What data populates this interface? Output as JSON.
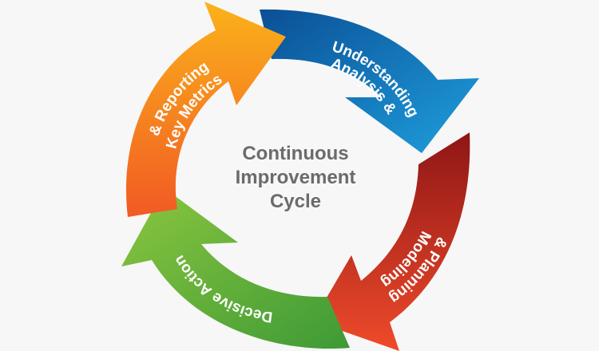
{
  "center_title": {
    "line1": "Continuous",
    "line2": "Improvement",
    "line3": "Cycle"
  },
  "segments": [
    {
      "id": "blue",
      "line1": "Analysis &",
      "line2": "Understanding",
      "color_light": "#1e9fdc",
      "color_dark": "#0b4f96"
    },
    {
      "id": "red",
      "line1": "Modeling",
      "line2": "& Planning",
      "color_light": "#ef4b2a",
      "color_dark": "#8e1616"
    },
    {
      "id": "green",
      "line1": "Decisive Action",
      "line2": "",
      "color_light": "#8cc63f",
      "color_dark": "#3e9a36"
    },
    {
      "id": "orange",
      "line1": "Key Metrics",
      "line2": "& Reporting",
      "color_light": "#fbb21a",
      "color_dark": "#f15a24"
    }
  ]
}
